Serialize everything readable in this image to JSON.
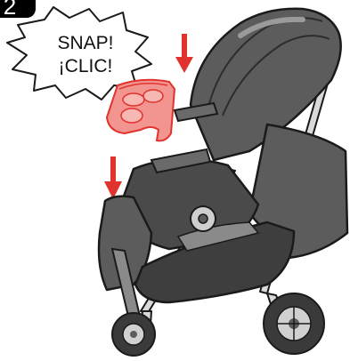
{
  "step": {
    "number": "2"
  },
  "callout": {
    "line1": "SNAP!",
    "line2": "¡CLIC!"
  },
  "colors": {
    "accent": "#e0332e",
    "tray_fill": "#f2948f",
    "stroke": "#1a1a1a",
    "fabric": "#5c5c5c",
    "fabric_dark": "#3e3e3e",
    "frame": "#d9d9d9"
  },
  "icons": [
    "down-arrow-icon",
    "down-arrow-icon"
  ]
}
